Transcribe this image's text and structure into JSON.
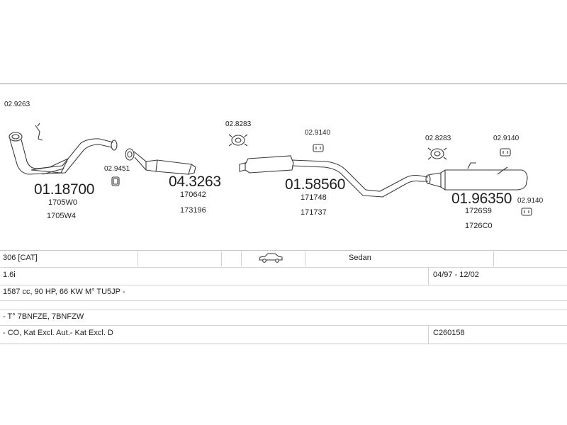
{
  "parts": [
    {
      "code": "01.18700",
      "refs": [
        "1705W0",
        "1705W4"
      ]
    },
    {
      "code": "04.3263",
      "refs": [
        "170642",
        "173196"
      ]
    },
    {
      "code": "01.58560",
      "refs": [
        "171748",
        "171737"
      ]
    },
    {
      "code": "01.96350",
      "refs": [
        "1726S9",
        "1726C0"
      ]
    }
  ],
  "fittings": [
    "02.9263",
    "02.9451",
    "02.8283",
    "02.9140",
    "02.8283",
    "02.9140",
    "02.9140"
  ],
  "table": {
    "model": "306  [CAT]",
    "body": "Sedan",
    "engine": "1.6i",
    "years": "04/97 - 12/02",
    "specs": "1587 cc, 90 HP, 66 KW M° TU5JP -",
    "types": "- T° 7BNFZE, 7BNFZW",
    "notes": "- CO, Kat Excl. Aut.- Kat Excl. D",
    "catalog": "C260158"
  }
}
